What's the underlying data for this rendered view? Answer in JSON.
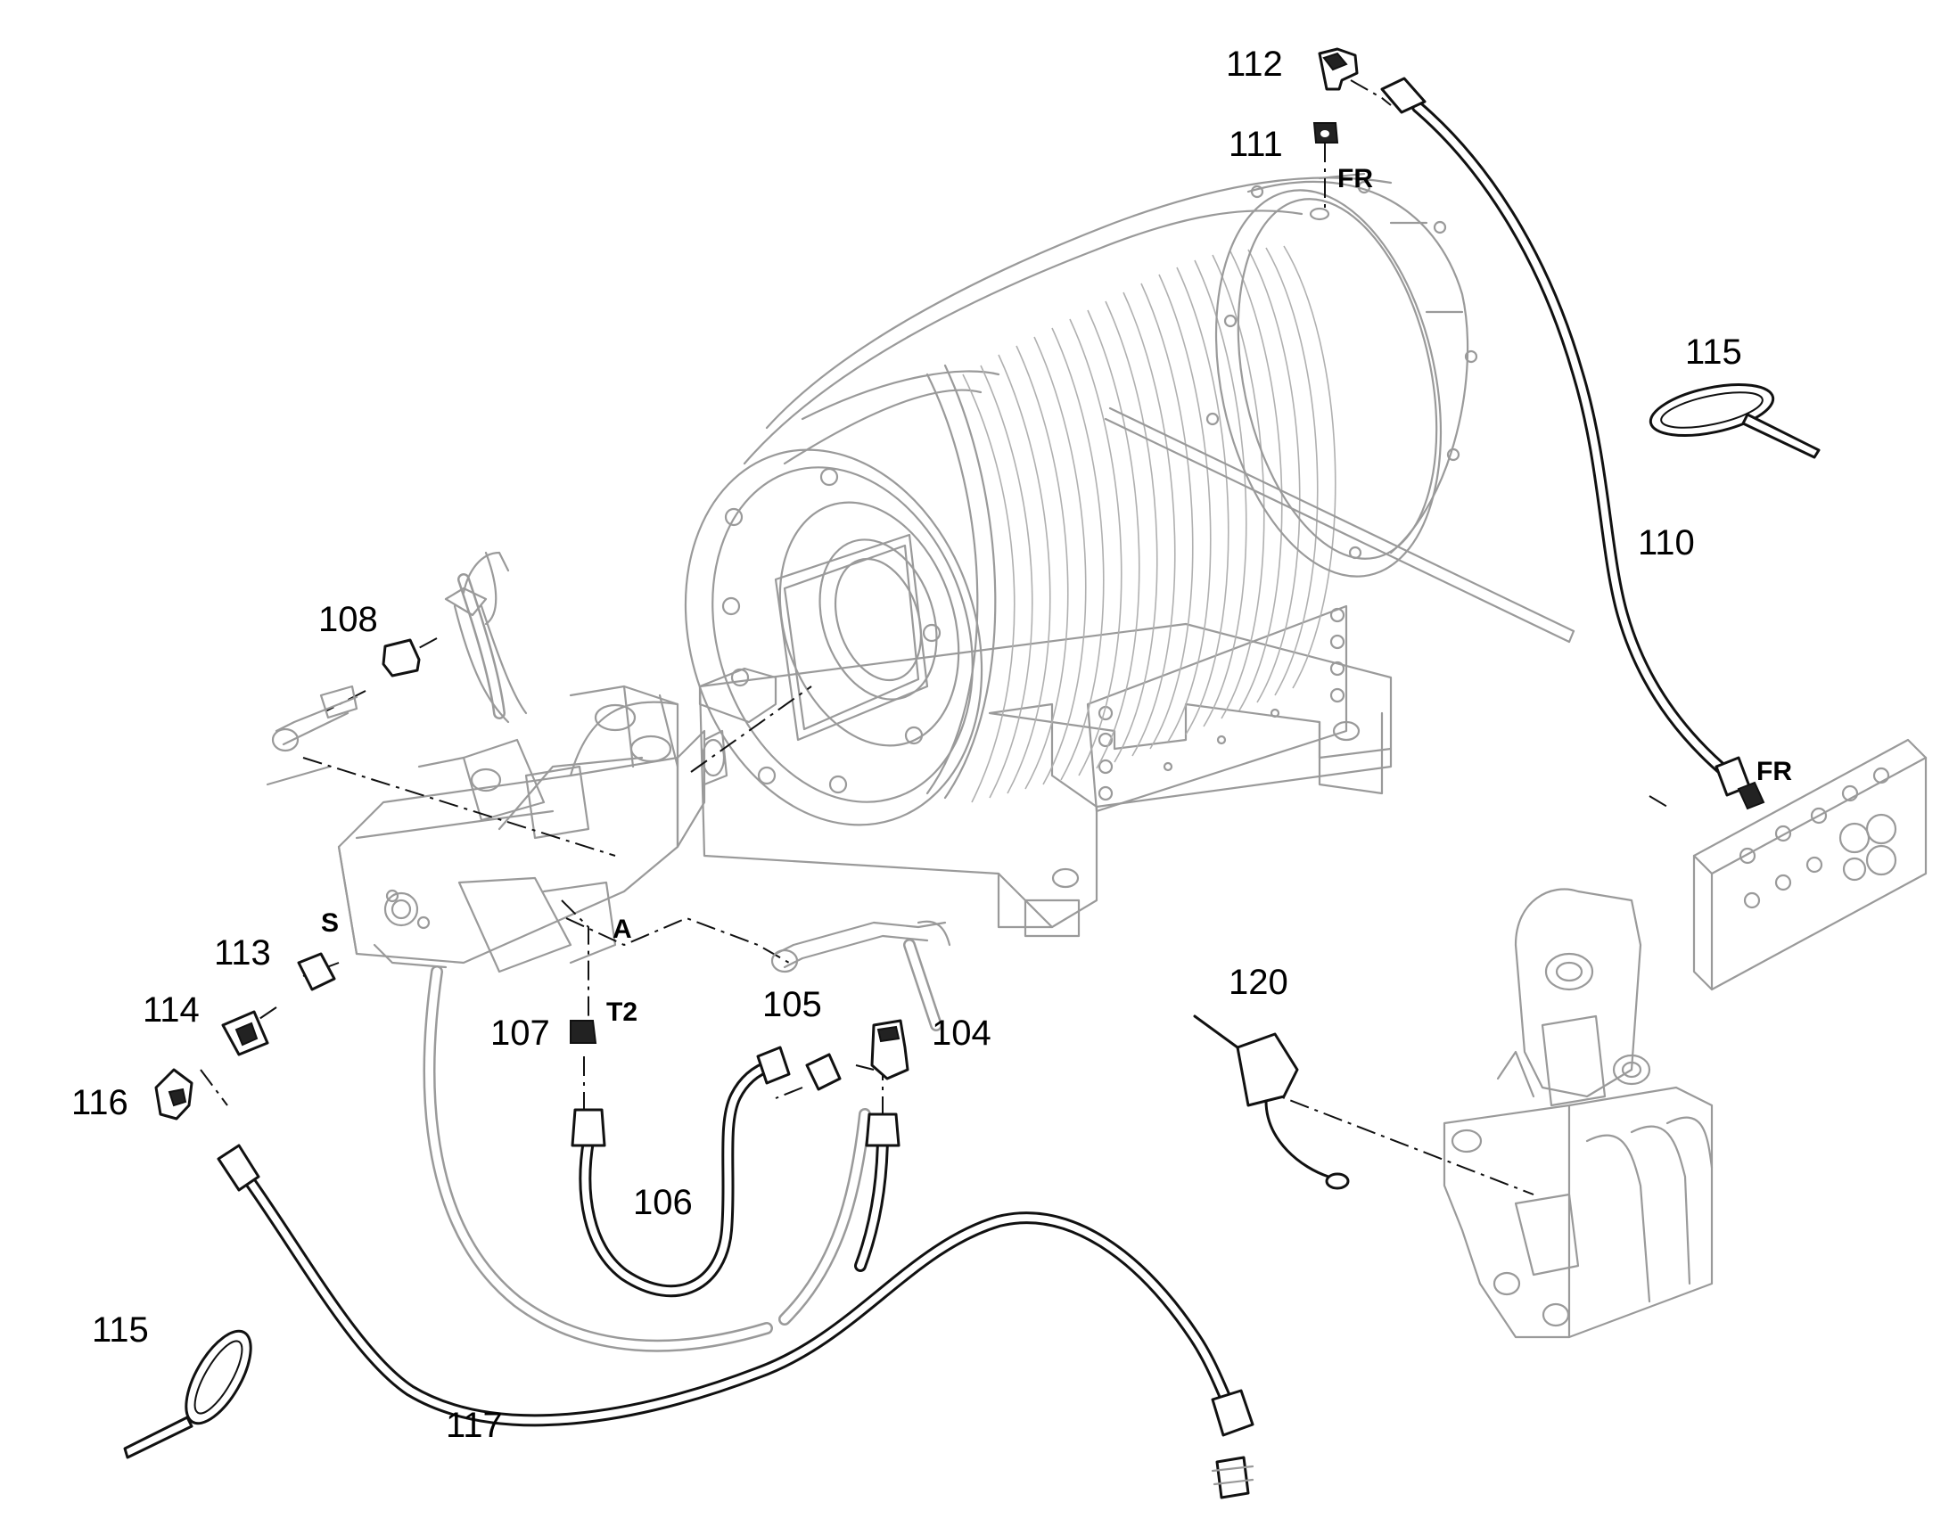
{
  "callouts": [
    {
      "id": "112",
      "text": "112"
    },
    {
      "id": "111",
      "text": "111"
    },
    {
      "id": "115-top",
      "text": "115"
    },
    {
      "id": "110",
      "text": "110"
    },
    {
      "id": "108",
      "text": "108"
    },
    {
      "id": "113",
      "text": "113"
    },
    {
      "id": "114",
      "text": "114"
    },
    {
      "id": "116",
      "text": "116"
    },
    {
      "id": "107",
      "text": "107"
    },
    {
      "id": "105",
      "text": "105"
    },
    {
      "id": "104",
      "text": "104"
    },
    {
      "id": "106",
      "text": "106"
    },
    {
      "id": "120",
      "text": "120"
    },
    {
      "id": "115-bottom",
      "text": "115"
    },
    {
      "id": "117",
      "text": "117"
    }
  ],
  "port_labels": [
    {
      "id": "fr-top",
      "text": "FR"
    },
    {
      "id": "fr-right",
      "text": "FR"
    },
    {
      "id": "s",
      "text": "S"
    },
    {
      "id": "a",
      "text": "A"
    },
    {
      "id": "t2",
      "text": "T2"
    }
  ]
}
